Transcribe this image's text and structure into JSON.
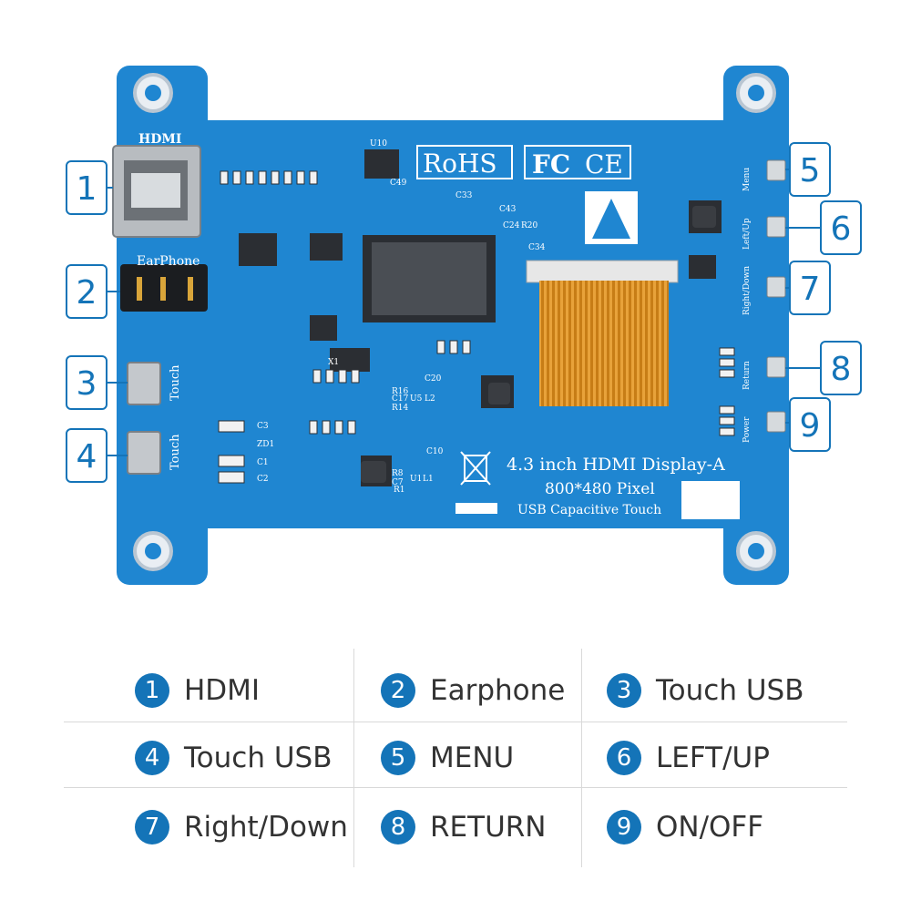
{
  "board": {
    "hdmi_silk": "HDMI",
    "earphone_silk": "EarPhone",
    "touch_silk_1": "Touch",
    "touch_silk_2": "Touch",
    "rohs": "RoHS",
    "fc": "FC",
    "ce": "CE",
    "product_line1": "4.3 inch HDMI Display-A",
    "product_line2": "800*480 Pixel",
    "product_line3": "USB Capacitive Touch",
    "btn_menu": "Menu",
    "btn_leftup": "Left/Up",
    "btn_rightdown": "Right/Down",
    "btn_return": "Return",
    "btn_power": "Power",
    "chip_u10": "U10",
    "chip_c49": "C49",
    "chip_c33": "C33",
    "chip_c34": "C34",
    "chip_c43": "C43",
    "chip_c24": "C24",
    "chip_r20": "R20",
    "label_x1": "X1",
    "label_r8": "R8",
    "label_c7": "C7",
    "label_u1": "U1",
    "label_l1": "L1",
    "label_r1": "R1",
    "label_c10": "C10",
    "label_c3": "C3",
    "label_zd1": "ZD1",
    "label_c1": "C1",
    "label_c2": "C2",
    "label_u5": "U5",
    "label_l2": "L2",
    "label_r14": "R14",
    "label_c17": "C17",
    "label_r16": "R16",
    "label_c20": "C20"
  },
  "callouts": [
    "1",
    "2",
    "3",
    "4",
    "5",
    "6",
    "7",
    "8",
    "9"
  ],
  "legend": [
    {
      "num": "1",
      "label": "HDMI"
    },
    {
      "num": "2",
      "label": "Earphone"
    },
    {
      "num": "3",
      "label": "Touch USB"
    },
    {
      "num": "4",
      "label": "Touch USB"
    },
    {
      "num": "5",
      "label": "MENU"
    },
    {
      "num": "6",
      "label": "LEFT/UP"
    },
    {
      "num": "7",
      "label": "Right/Down"
    },
    {
      "num": "8",
      "label": "RETURN"
    },
    {
      "num": "9",
      "label": "ON/OFF"
    }
  ],
  "colors": {
    "pcb": "#1f86d1",
    "pcb_dark": "#1570b5",
    "accent": "#1474b8",
    "ribbon": "#e8a23a"
  }
}
